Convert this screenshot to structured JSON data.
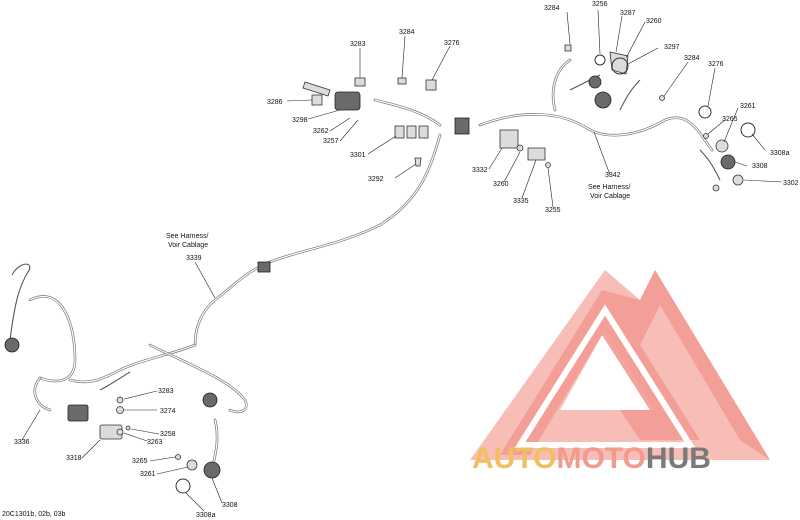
{
  "callouts": {
    "c3284a": "3284",
    "c3256": "3256",
    "c3287": "3287",
    "c3260a": "3260",
    "c3297": "3297",
    "c3284b": "3284",
    "c3276a": "3276",
    "c3265a": "3265",
    "c3261a": "3261",
    "c3308a_r": "3308a",
    "c3308_r": "3308",
    "c3302": "3302",
    "c3283a": "3283",
    "c3284c": "3284",
    "c3276b": "3276",
    "c3286": "3286",
    "c3298": "3298",
    "c3262": "3262",
    "c3257": "3257",
    "c3301": "3301",
    "c3292": "3292",
    "c3332": "3332",
    "c3260b": "3260",
    "c3335": "3335",
    "c3255": "3255",
    "c3342": "3342",
    "c3339": "3339",
    "c3336": "3336",
    "c3318": "3318",
    "c3283b": "3283",
    "c3274": "3274",
    "c3263": "3263",
    "c3258": "3258",
    "c3265b": "3265",
    "c3261b": "3261",
    "c3308_l": "3308",
    "c3308a_l": "3308a"
  },
  "notes": {
    "harness_right_1": "See Harness/",
    "harness_right_2": "Voir Cablage",
    "harness_left_1": "See Harness/",
    "harness_left_2": "Voir Cablage"
  },
  "document_code": "20C1301b, 02b, 03b",
  "watermark": {
    "part1": "AUTO",
    "part2": "MOTO",
    "part3": "HUB",
    "colors": {
      "auto": "#f0c060",
      "moto": "#f29a8e",
      "hub": "#7a7a7a",
      "logo": "#f29a8e"
    }
  }
}
